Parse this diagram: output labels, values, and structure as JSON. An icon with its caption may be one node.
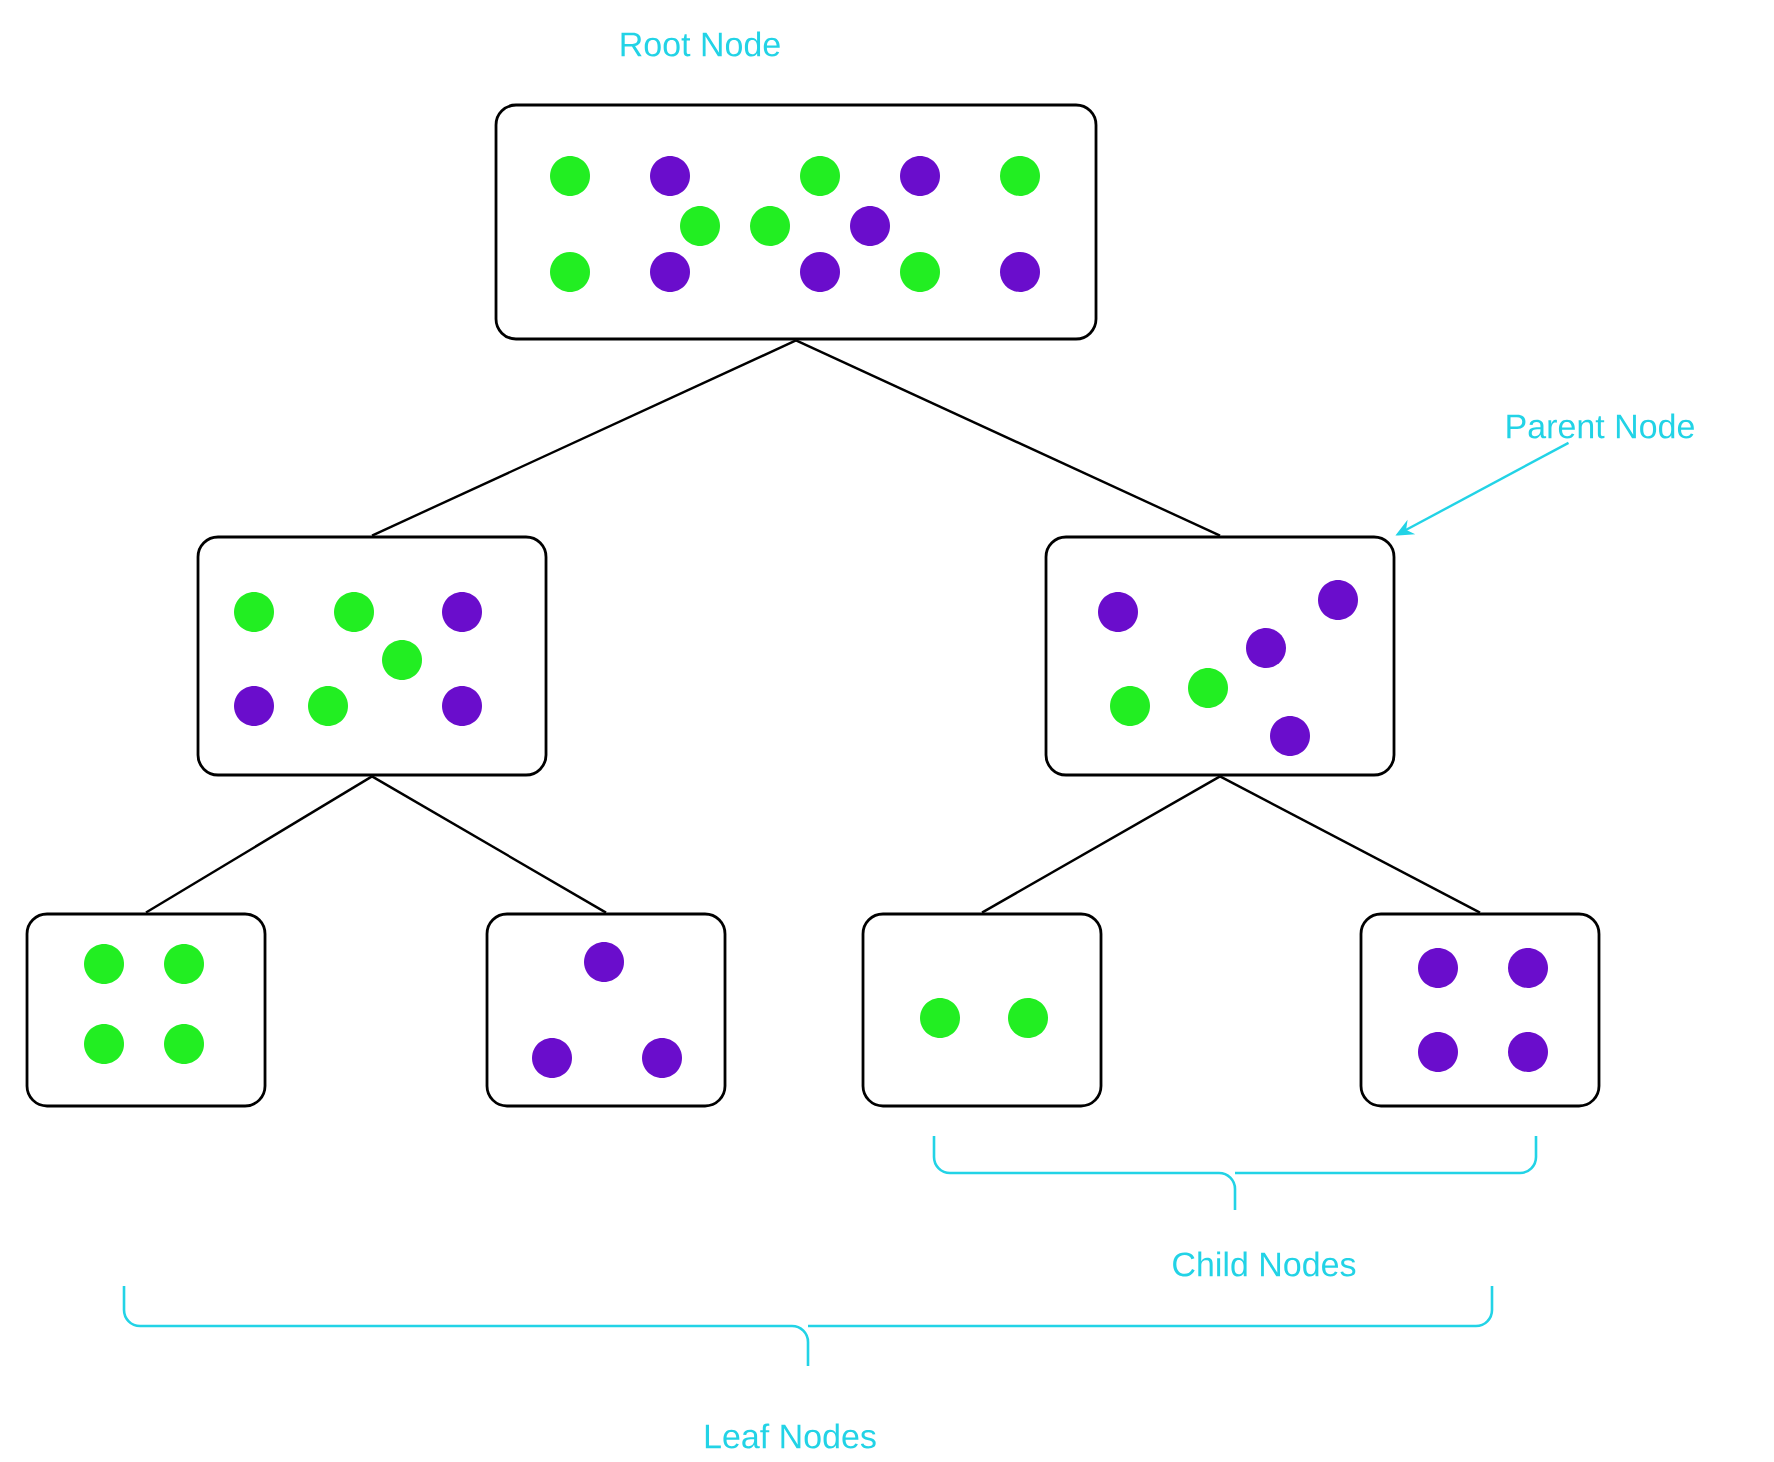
{
  "diagram": {
    "nodes": [
      {
        "text": [],
        "shape": "box",
        "beside": [
          "Root Node"
        ]
      },
      {
        "text": [],
        "shape": "box"
      },
      {
        "text": [],
        "shape": "box"
      },
      {
        "text": [],
        "shape": "box"
      },
      {
        "text": [],
        "shape": "box"
      },
      {
        "text": [],
        "shape": "box"
      },
      {
        "text": [],
        "shape": "box"
      },
      {
        "text": [
          "Parent Node"
        ]
      }
    ],
    "edges": [
      {
        "from": 0,
        "to": 1,
        "arrow": "none"
      },
      {
        "from": 0,
        "to": 2,
        "arrow": "none"
      },
      {
        "from": 1,
        "to": 3,
        "arrow": "none"
      },
      {
        "from": 1,
        "to": 4,
        "arrow": "none"
      },
      {
        "from": 2,
        "to": 5,
        "arrow": "none"
      },
      {
        "from": 2,
        "to": 6,
        "arrow": "none"
      },
      {
        "from": 7,
        "to": 2,
        "arrow": "to",
        "color": "#22d3e6"
      }
    ],
    "labels": [
      "Child Nodes",
      "Leaf Nodes"
    ]
  }
}
